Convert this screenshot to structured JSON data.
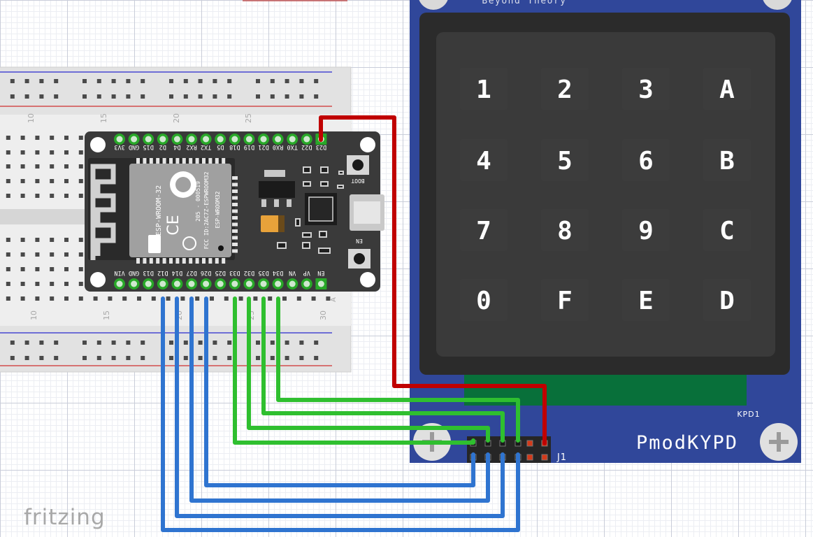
{
  "brand": {
    "name": "fritzing"
  },
  "breadboard": {
    "column_numbers_top": [
      "10",
      "15",
      "20",
      "25"
    ],
    "column_numbers_bottom": [
      "10",
      "15",
      "20",
      "25",
      "30"
    ],
    "row_letter": "A"
  },
  "esp32": {
    "module_name": "ESP-WROOM-32",
    "module_model": "ESP-WROOM32",
    "fcc_id": "FCC ID:2AC7Z-ESPWROOM32",
    "code": "205 - 000519",
    "boot_label": "BOOT",
    "en_label": "EN",
    "top_pins": [
      "D23",
      "D22",
      "TX0",
      "RX0",
      "D21",
      "D19",
      "D18",
      "D5",
      "TX2",
      "RX2",
      "D4",
      "D2",
      "D15",
      "GND",
      "3V3"
    ],
    "bottom_pins": [
      "EN",
      "VP",
      "VN",
      "D34",
      "D35",
      "D32",
      "D33",
      "D25",
      "D26",
      "D27",
      "D14",
      "D12",
      "D13",
      "GND",
      "VIN"
    ]
  },
  "keypad": {
    "header_text": "Beyond Theory",
    "keys": [
      "1",
      "2",
      "3",
      "A",
      "4",
      "5",
      "6",
      "B",
      "7",
      "8",
      "9",
      "C",
      "0",
      "F",
      "E",
      "D"
    ],
    "ref_label": "KPD1",
    "name": "PmodKYPD",
    "connector_label": "J1"
  },
  "colors": {
    "board_pcb": "#30479a",
    "keypad_frame": "#2b2b2b",
    "key": "#3c3c3c",
    "wire_power": "#c00000",
    "wire_row": "#2fbf2f",
    "wire_col": "#2f74d0",
    "esp_board": "#3a3a3a",
    "pin_green": "#28a828"
  }
}
